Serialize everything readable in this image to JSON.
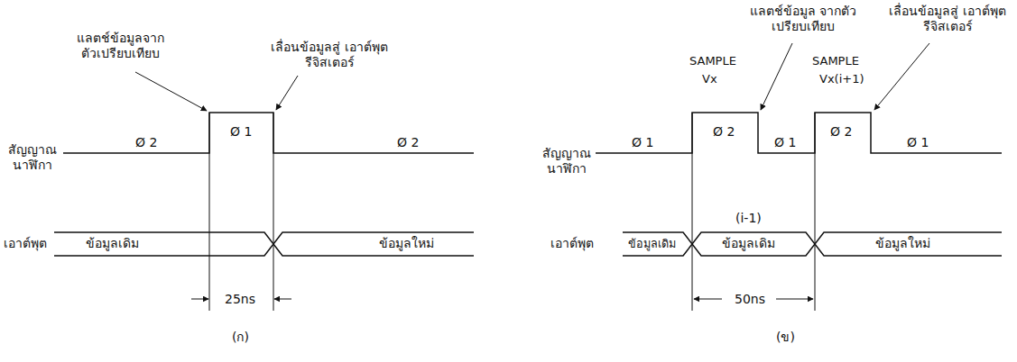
{
  "diagram": {
    "labels": [
      "แลตช์ข้อมูลจาก ตัวเปรียบเทียบ",
      "เลื่อนข้อมูลสู่ เอาต์พุตรีจิสเตอร์",
      "สัญญาณ นาฬิกา",
      "Ø 2",
      "Ø 1",
      "Ø 2",
      "เอาต์พุต",
      "ข้อมูลเดิม",
      "ข้อมูลใหม่",
      "25ns",
      "(ก)",
      "SAMPLE",
      "Vx",
      "แลตช์ข้อมูล จากตัวเปรียบเทียบ",
      "SAMPLE",
      "Vx(i+1)",
      "เลื่อนข้อมูลสู่ เอาต์พุตรีจิสเตอร์",
      "สัญญาณ นาฬิกา",
      "Ø 1",
      "Ø 2",
      "Ø 1",
      "Ø 2",
      "Ø 1",
      "เอาต์พุต",
      "ข้อมูลเดิม",
      "(i-1)",
      "ข้อมูลเดิม",
      "ข้อมูลใหม่",
      "50ns",
      "(ข)"
    ]
  }
}
